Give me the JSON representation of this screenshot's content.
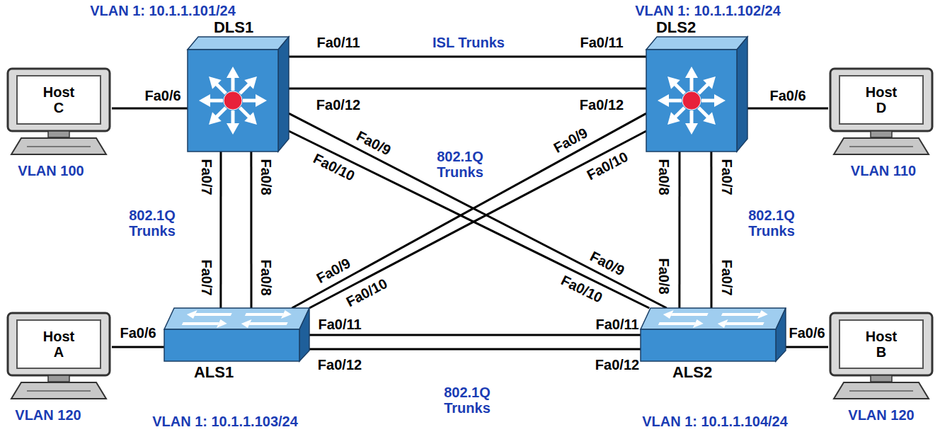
{
  "diagram": {
    "nodes": [
      {
        "text": [
          "Host C",
          "VLAN 100"
        ]
      },
      {
        "text": [
          "VLAN 1: 10.1.1.101/24",
          "DLS1"
        ]
      },
      {
        "text": [
          "VLAN 1: 10.1.1.102/24",
          "DLS2"
        ]
      },
      {
        "text": [
          "Host D",
          "VLAN 110"
        ]
      },
      {
        "text": [
          "Host A",
          "VLAN 120"
        ]
      },
      {
        "text": [
          "ALS1",
          "VLAN 1: 10.1.1.103/24"
        ]
      },
      {
        "text": [
          "ALS2",
          "VLAN 1: 10.1.1.104/24"
        ]
      },
      {
        "text": [
          "Host B",
          "VLAN 120"
        ]
      }
    ],
    "edges": [
      {
        "from": 0,
        "to": 1,
        "arrow": "none",
        "label": "Fa0/6"
      },
      {
        "from": 1,
        "to": 2,
        "arrow": "none"
      },
      {
        "from": 1,
        "to": 2,
        "arrow": "none"
      },
      {
        "from": 1,
        "to": 5,
        "arrow": "none"
      },
      {
        "from": 1,
        "to": 5,
        "arrow": "none"
      },
      {
        "from": 1,
        "to": 6,
        "arrow": "none"
      },
      {
        "from": 1,
        "to": 6,
        "arrow": "none"
      },
      {
        "from": 2,
        "to": 5,
        "arrow": "none"
      },
      {
        "from": 2,
        "to": 5,
        "arrow": "none"
      },
      {
        "from": 2,
        "to": 6,
        "arrow": "none"
      },
      {
        "from": 2,
        "to": 6,
        "arrow": "none"
      },
      {
        "from": 2,
        "to": 3,
        "arrow": "none",
        "label": "Fa0/6"
      },
      {
        "from": 4,
        "to": 5,
        "arrow": "none",
        "label": "Fa0/6"
      },
      {
        "from": 5,
        "to": 6,
        "arrow": "none"
      },
      {
        "from": 5,
        "to": 6,
        "arrow": "none"
      },
      {
        "from": 6,
        "to": 7,
        "arrow": "none",
        "label": "Fa0/6"
      }
    ],
    "labels": [
      "ISL Trunks",
      "Fa0/11",
      "Fa0/11",
      "Fa0/12",
      "Fa0/12",
      "802.1Q Trunks",
      "Fa0/7",
      "Fa0/8",
      "Fa0/7",
      "Fa0/8",
      "802.1Q Trunks",
      "Fa0/8",
      "Fa0/7",
      "Fa0/8",
      "Fa0/7",
      "802.1Q Trunks",
      "Fa0/9",
      "Fa0/10",
      "Fa0/9",
      "Fa0/10",
      "Fa0/9",
      "Fa0/10",
      "Fa0/9",
      "Fa0/10",
      "Fa0/11",
      "Fa0/11",
      "Fa0/12",
      "Fa0/12",
      "802.1Q Trunks"
    ]
  }
}
